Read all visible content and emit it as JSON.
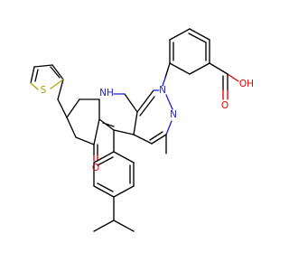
{
  "molecule": {
    "atom_labels": {
      "nh": "NH",
      "n1": "N",
      "n2": "N",
      "o_ketone": "O",
      "o_acid_carbonyl": "O",
      "oh_acid": "OH",
      "s_thiophene": "S"
    },
    "colors": {
      "carbon": "#000000",
      "nitrogen": "#1f1fd6",
      "oxygen": "#e60000",
      "sulfur": "#b3a200",
      "background": "#ffffff"
    }
  }
}
